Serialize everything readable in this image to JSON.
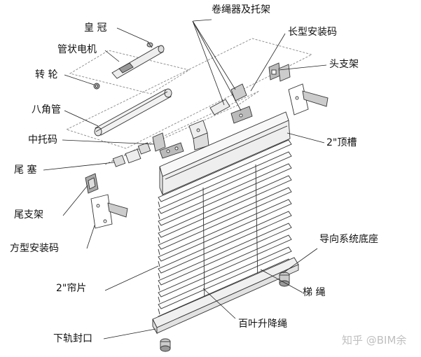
{
  "labels": {
    "crown": "皇 冠",
    "tubular_motor": "管状电机",
    "rotating_wheel": "转 轮",
    "octagonal_tube": "八角管",
    "center_support": "中托码",
    "end_plug": "尾 塞",
    "tail_bracket": "尾支架",
    "square_mount": "方型安装码",
    "slat": "2\"帘片",
    "bottom_rail_cap": "下轨封口",
    "cord_roller": "卷绳器及托架",
    "long_mount": "长型安装码",
    "head_bracket": "头支架",
    "top_channel": "2\"顶槽",
    "guide_base": "导向系统底座",
    "ladder_cord": "梯 绳",
    "lift_cord": "百叶升降绳"
  },
  "watermark": "知乎 @BIM余"
}
